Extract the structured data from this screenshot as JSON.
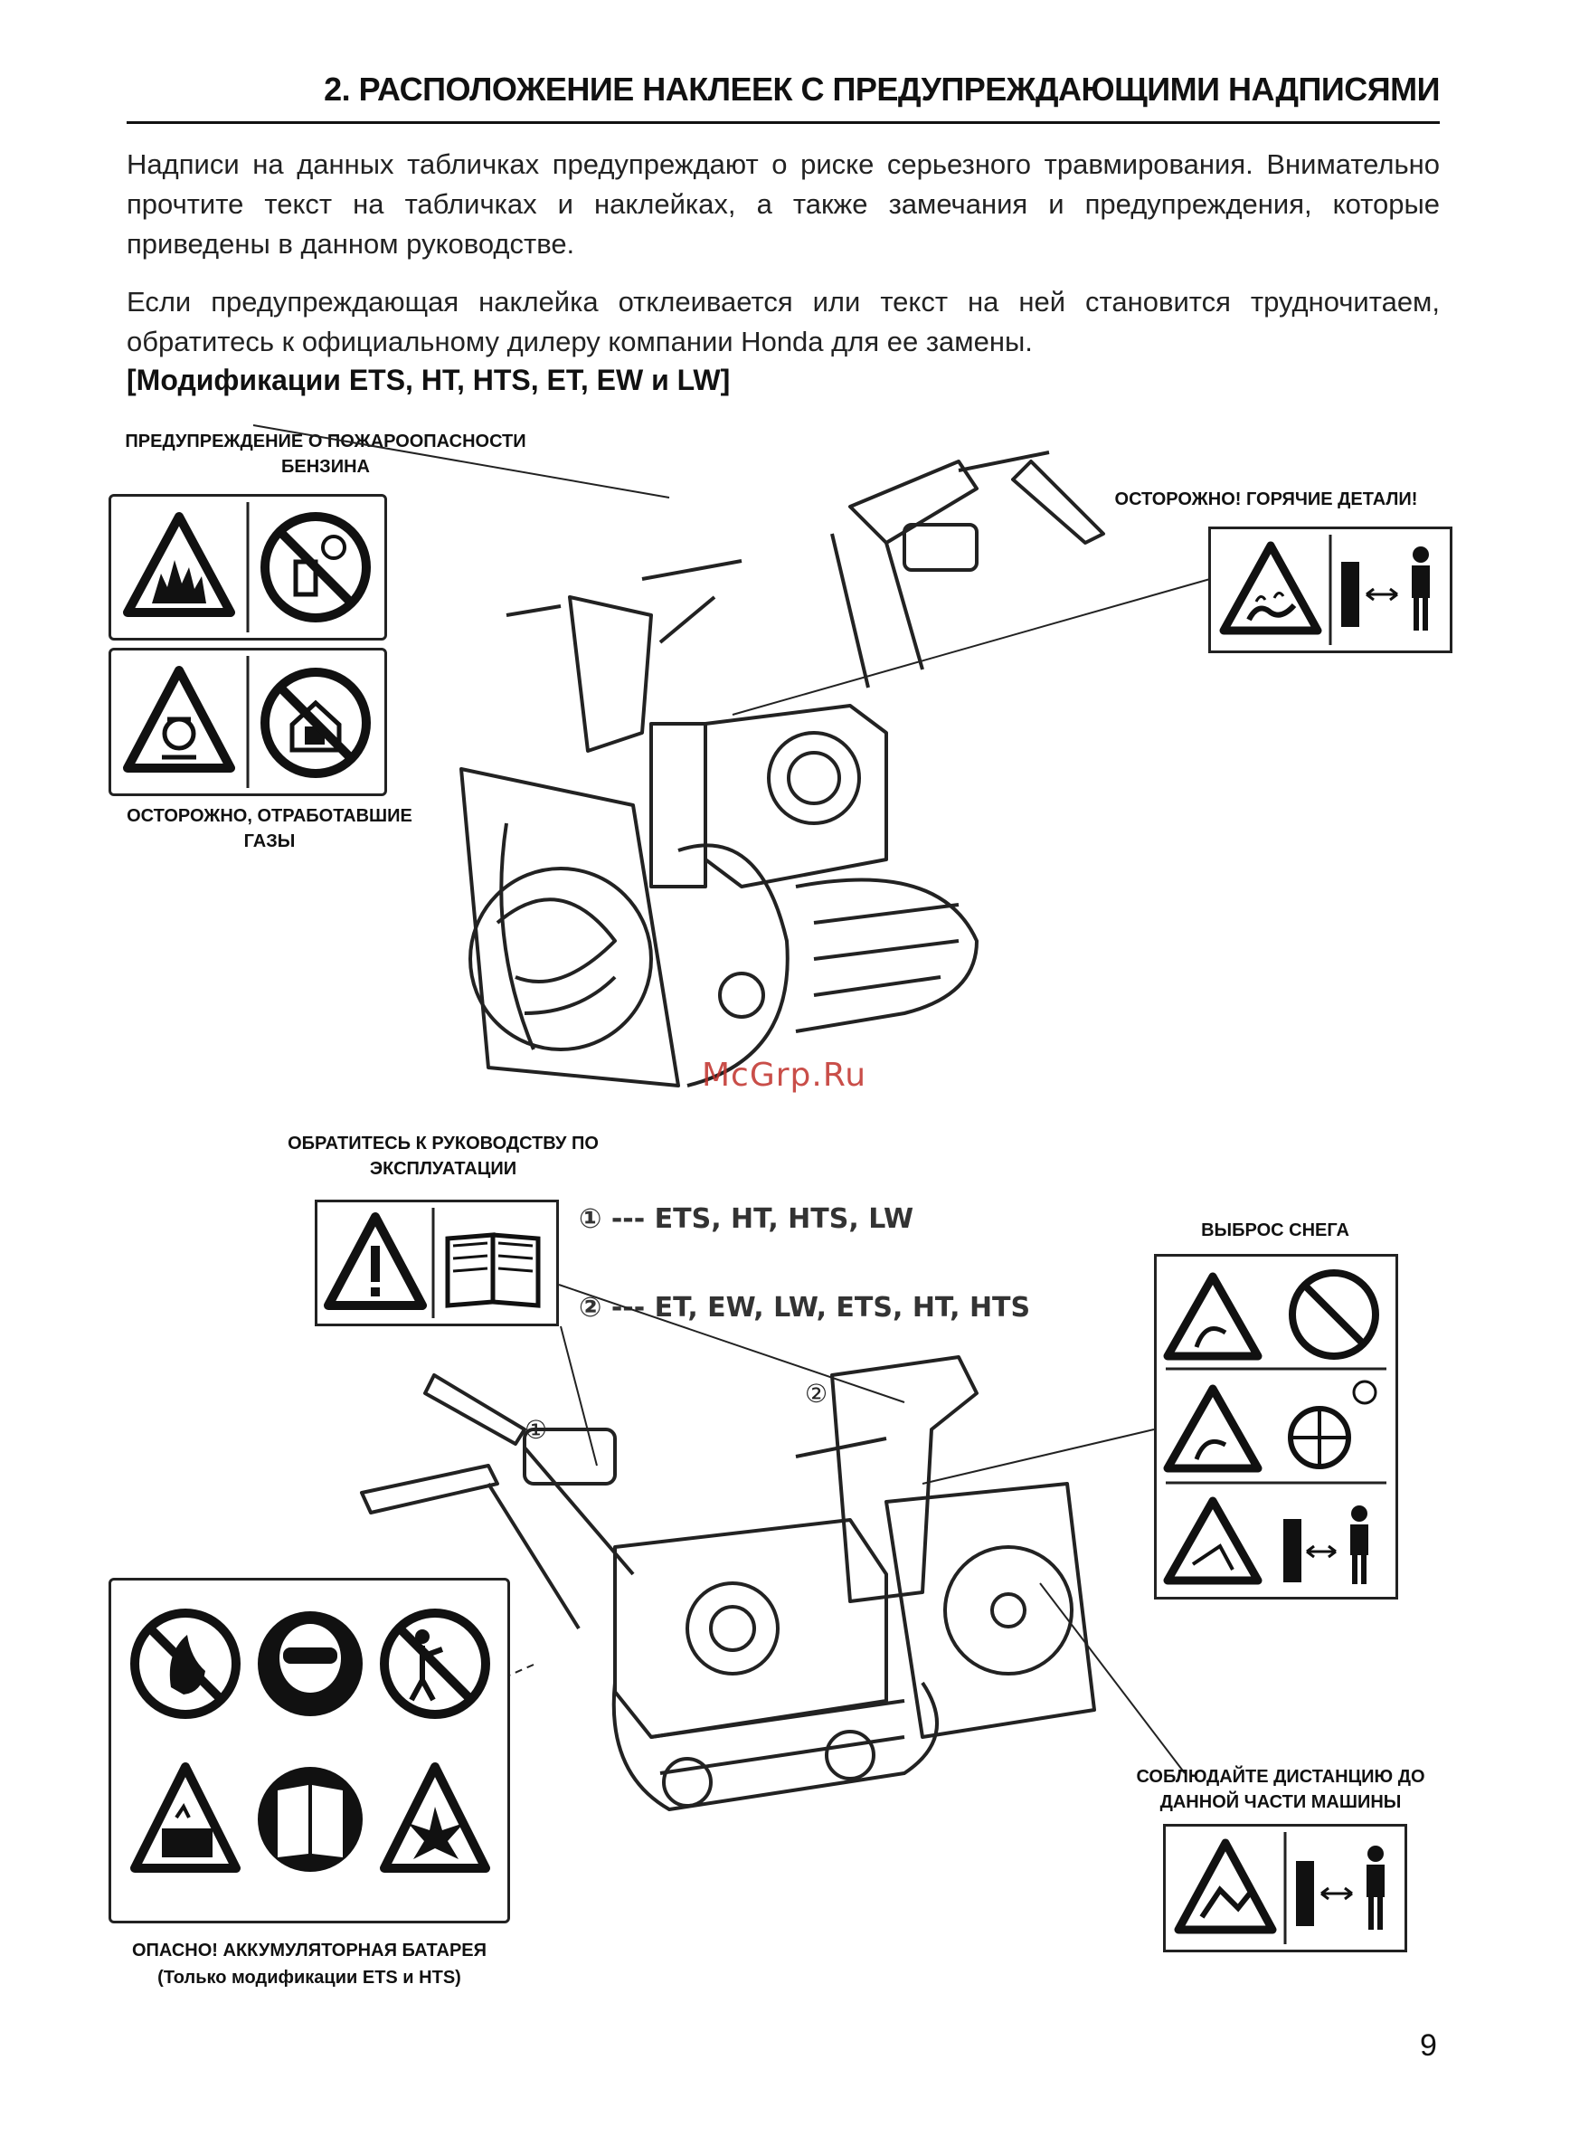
{
  "header": {
    "title": "2. РАСПОЛОЖЕНИЕ НАКЛЕЕК С ПРЕДУПРЕЖДАЮЩИМИ НАДПИСЯМИ"
  },
  "body": {
    "paragraph1": "Надписи на данных табличках предупреждают о риске серьезного травмирования. Внимательно прочтите текст на табличках и наклейках, а также замечания и предупреждения, которые приведены в данном руководстве.",
    "paragraph2": "Если предупреждающая наклейка отклеивается или текст на ней становится трудночитаем, обратитесь к официальному дилеру компании Honda для ее замены.",
    "models_heading": "[Модификации ETS, HT, HTS, ET, EW и LW]"
  },
  "labels": {
    "fuel_fire": "ПРЕДУПРЕЖДЕНИЕ О ПОЖАРООПАСНОСТИ БЕНЗИНА",
    "exhaust": "ОСТОРОЖНО, ОТРАБОТАВШИЕ ГАЗЫ",
    "hot_parts": "ОСТОРОЖНО! ГОРЯЧИЕ ДЕТАЛИ!",
    "read_manual": "ОБРАТИТЕСЬ К РУКОВОДСТВУ ПО ЭКСПЛУАТАЦИИ",
    "snow_discharge": "ВЫБРОС СНЕГА",
    "keep_distance": "СОБЛЮДАЙТЕ ДИСТАНЦИЮ ДО ДАННОЙ ЧАСТИ МАШИНЫ",
    "battery": "ОПАСНО! АККУМУЛЯТОРНАЯ БАТАРЕЯ",
    "battery_note": "(Только модификации ETS и HTS)"
  },
  "model_notes": {
    "note1": "① --- ETS, HT, HTS, LW",
    "note2": "② --- ET, EW, LW, ETS, HT, HTS",
    "callout1": "①",
    "callout2": "②"
  },
  "watermark": "McGrp.Ru",
  "page_number": "9"
}
